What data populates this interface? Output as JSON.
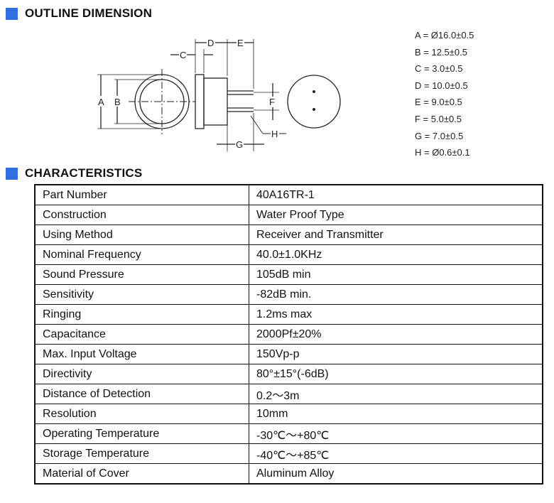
{
  "sections": {
    "outline": "OUTLINE DIMENSION",
    "characteristics": "CHARACTERISTICS"
  },
  "colors": {
    "section_marker": "#2f6fe0"
  },
  "drawing_labels": {
    "a": "A",
    "b": "B",
    "c": "C",
    "d": "D",
    "e": "E",
    "f": "F",
    "g": "G",
    "h": "H"
  },
  "dimensions": [
    "A = Ø16.0±0.5",
    "B = 12.5±0.5",
    "C = 3.0±0.5",
    "D = 10.0±0.5",
    "E = 9.0±0.5",
    "F = 5.0±0.5",
    "G = 7.0±0.5",
    "H = Ø0.6±0.1"
  ],
  "specs": [
    {
      "label": "Part Number",
      "value": "40A16TR-1"
    },
    {
      "label": "Construction",
      "value": "Water Proof Type"
    },
    {
      "label": "Using Method",
      "value": "Receiver and Transmitter"
    },
    {
      "label": "Nominal Frequency",
      "value": "40.0±1.0KHz"
    },
    {
      "label": "Sound Pressure",
      "value": "105dB min"
    },
    {
      "label": "Sensitivity",
      "value": "-82dB min."
    },
    {
      "label": "Ringing",
      "value": "1.2ms max"
    },
    {
      "label": "Capacitance",
      "value": "2000Pf±20%"
    },
    {
      "label": "Max. Input Voltage",
      "value": "150Vp-p"
    },
    {
      "label": "Directivity",
      "value": "80°±15°(-6dB)"
    },
    {
      "label": "Distance of Detection",
      "value": "0.2～3m"
    },
    {
      "label": "Resolution",
      "value": "10mm"
    },
    {
      "label": "Operating Temperature",
      "value": "-30℃～+80℃"
    },
    {
      "label": "Storage Temperature",
      "value": "-40℃～+85℃"
    },
    {
      "label": "Material of Cover",
      "value": "Aluminum Alloy"
    }
  ]
}
